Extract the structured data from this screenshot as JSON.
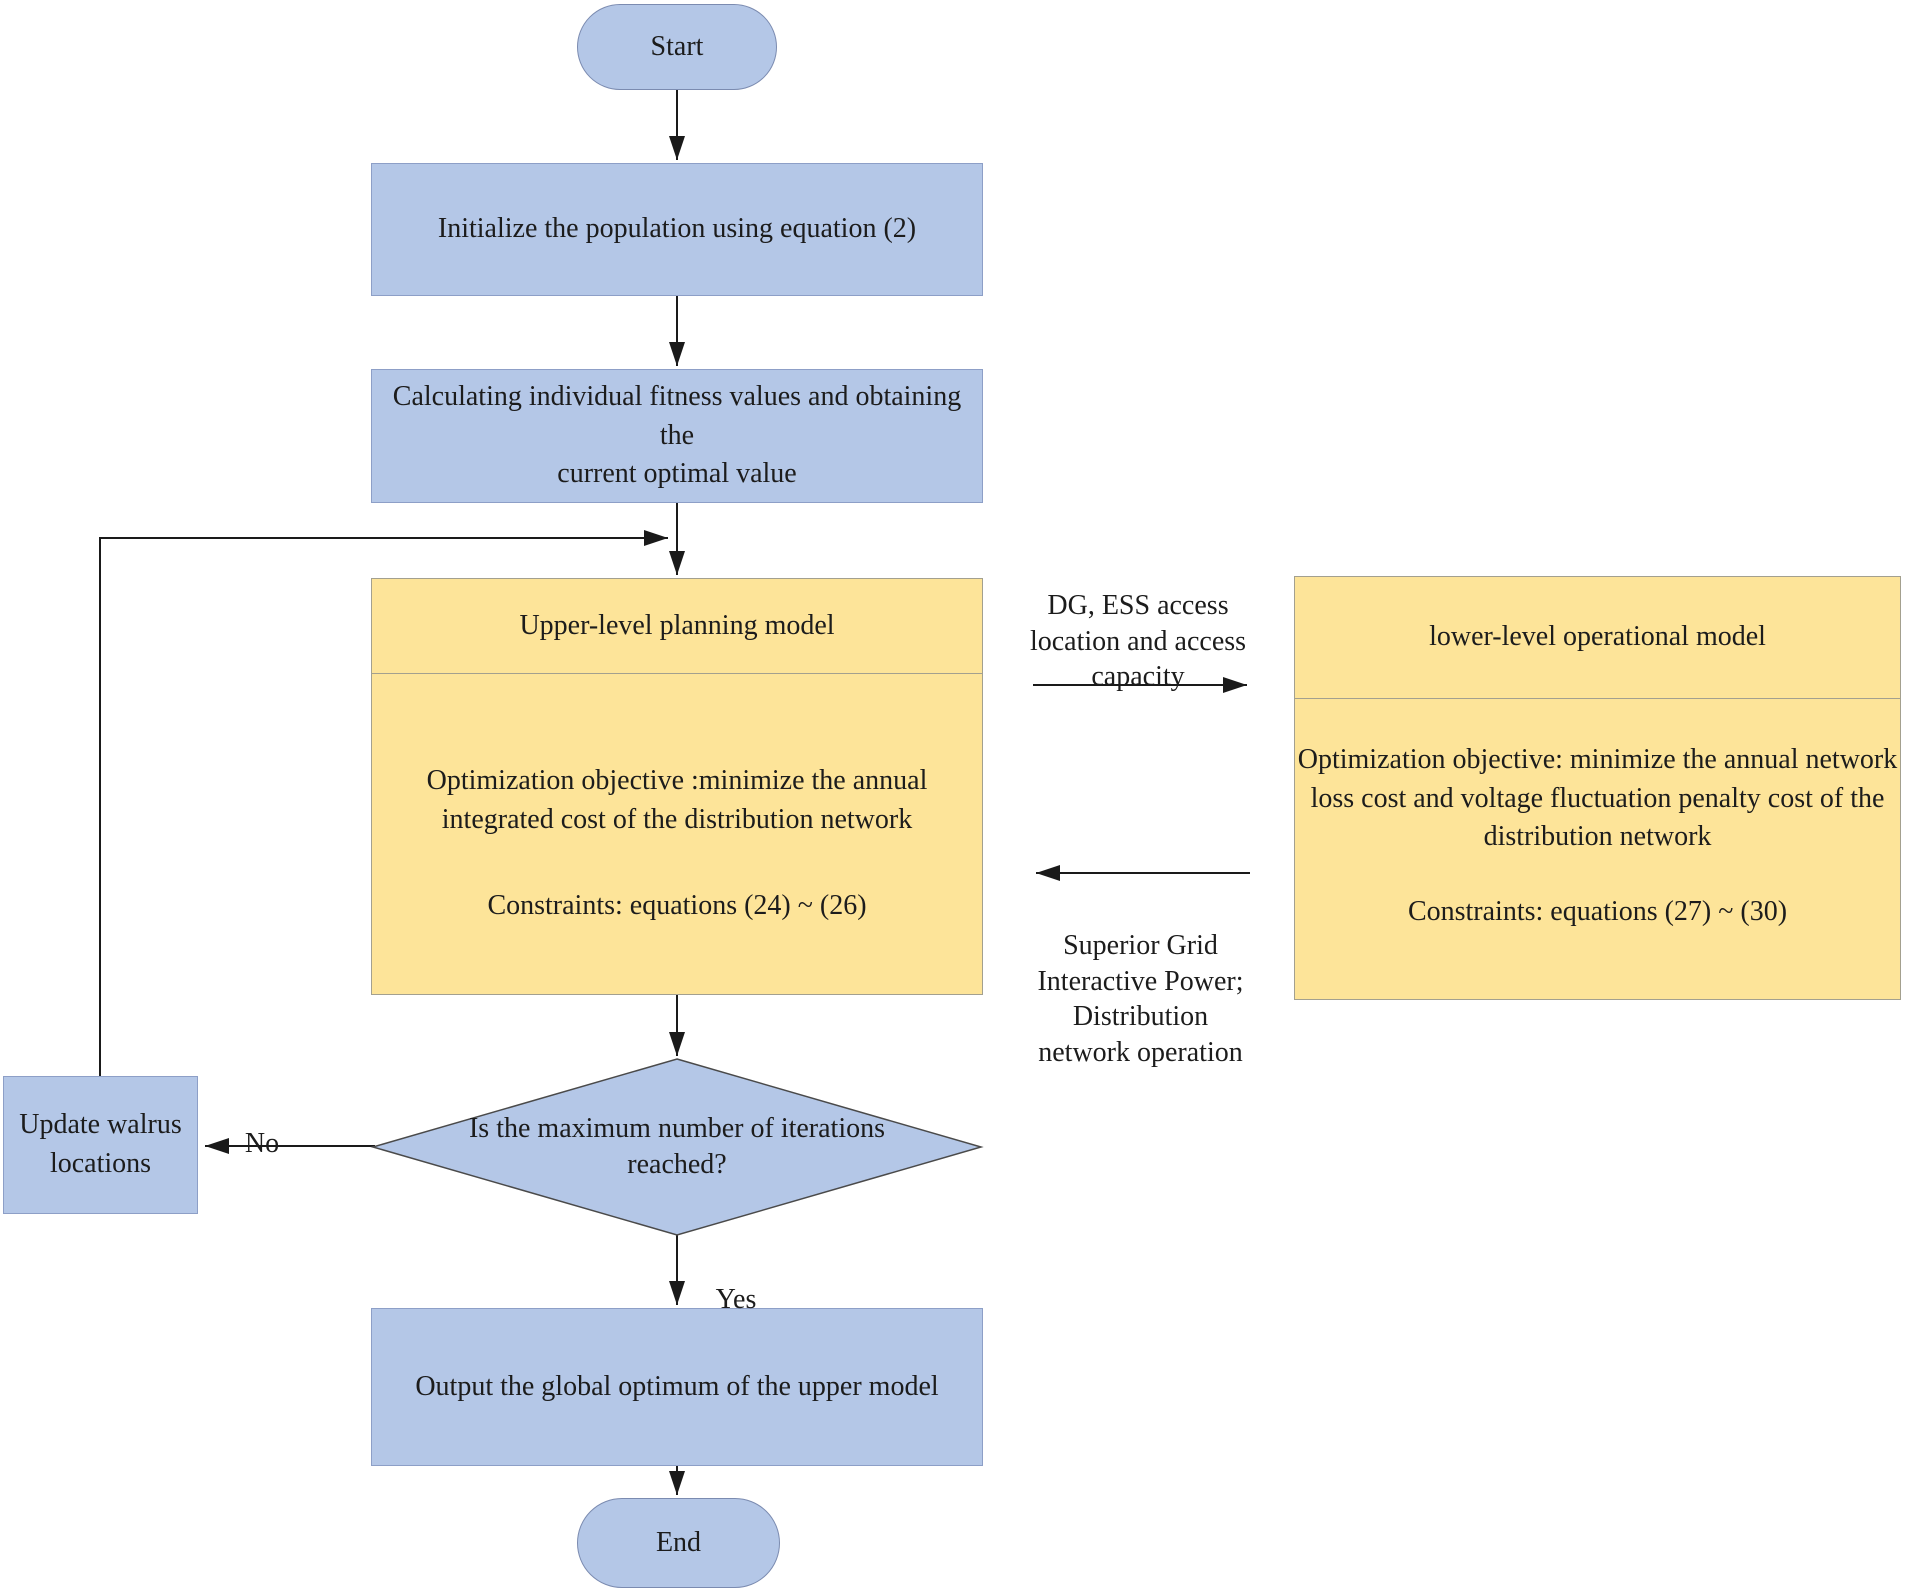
{
  "nodes": {
    "start": {
      "label": "Start"
    },
    "initialize": {
      "label": "Initialize the population using equation (2)"
    },
    "fitness": {
      "label": "Calculating individual fitness values and obtaining the\ncurrent optimal value"
    },
    "upper_model": {
      "title": "Upper-level planning model",
      "objective": "Optimization objective :minimize the annual\nintegrated cost of the distribution network",
      "constraints": "Constraints: equations (24) ~ (26)"
    },
    "lower_model": {
      "title": "lower-level operational model",
      "objective": "Optimization objective: minimize the annual network\nloss cost and voltage fluctuation penalty cost of the\ndistribution network",
      "constraints": "Constraints: equations (27) ~ (30)"
    },
    "decision": {
      "label": "Is the maximum number of iterations\nreached?"
    },
    "update": {
      "label": "Update walrus\nlocations"
    },
    "output": {
      "label": "Output the global optimum of the upper model"
    },
    "end": {
      "label": "End"
    }
  },
  "edge_labels": {
    "no": "No",
    "yes": "Yes",
    "upper_to_lower": "DG, ESS access\nlocation and access\ncapacity",
    "lower_to_upper": "Superior Grid\nInteractive Power;\nDistribution\nnetwork operation"
  },
  "colors": {
    "process_fill": "#B4C7E7",
    "process_border": "#8D9FC7",
    "model_fill": "#FDE499",
    "model_border": "#A3A08F",
    "line": "#1A1A1A",
    "text": "#1C1C1C"
  }
}
